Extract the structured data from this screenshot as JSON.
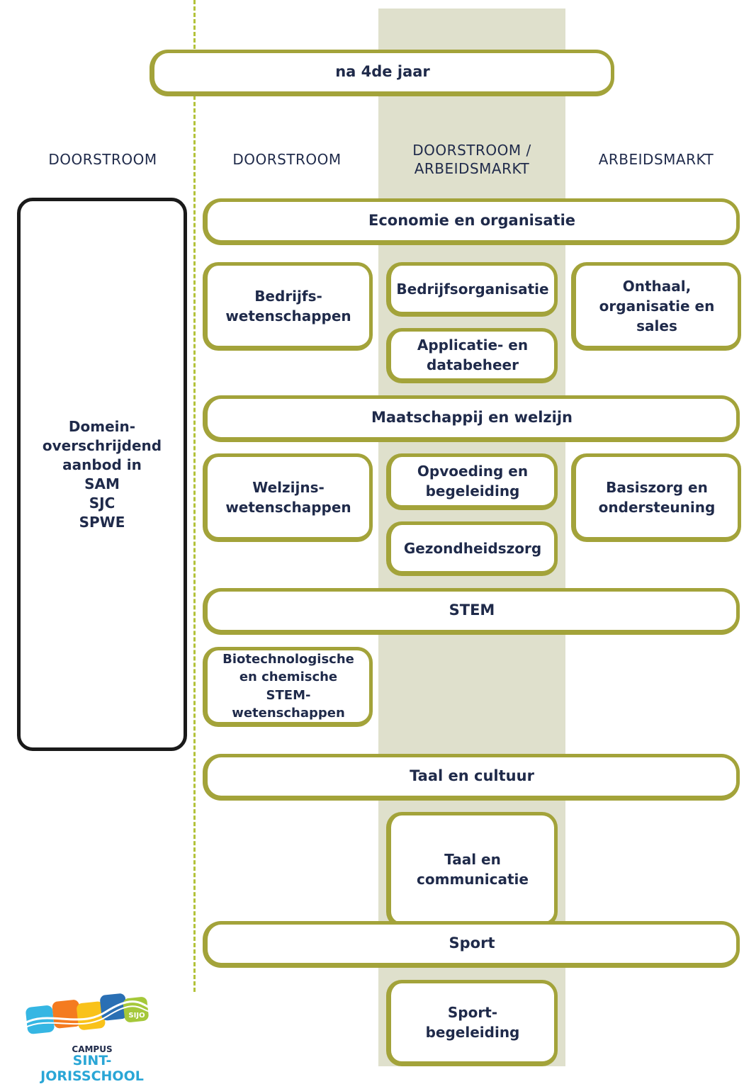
{
  "top_banner": "na 4de jaar",
  "column_headers": [
    "DOORSTROOM",
    "DOORSTROOM",
    "DOORSTROOM /\nARBEIDSMARKT",
    "ARBEIDSMARKT"
  ],
  "left_panel": {
    "intro": "Domein-\noverschrijdend\naanbod in",
    "items": [
      "SAM",
      "SJC",
      "SPWE"
    ]
  },
  "domains": [
    {
      "title": "Economie en organisatie",
      "doorstroom": "Bedrijfs-\nwetenschappen",
      "dubbel": [
        "Bedrijfsorganisatie",
        "Applicatie- en\ndatabeheer"
      ],
      "arbeidsmarkt": "Onthaal,\norganisatie en\nsales"
    },
    {
      "title": "Maatschappij en welzijn",
      "doorstroom": "Welzijns-\nwetenschappen",
      "dubbel": [
        "Opvoeding en\nbegeleiding",
        "Gezondheidszorg"
      ],
      "arbeidsmarkt": "Basiszorg en\nondersteuning"
    },
    {
      "title": "STEM",
      "doorstroom": "Biotechnologische\nen chemische\nSTEM- wetenschappen"
    },
    {
      "title": "Taal en cultuur",
      "dubbel": [
        "Taal en\ncommunicatie"
      ]
    },
    {
      "title": "Sport",
      "dubbel": [
        "Sport-\nbegeleiding"
      ]
    }
  ],
  "logo": {
    "badge": "SIJO",
    "campus": "CAMPUS",
    "name": "SINT-JORISSCHOOL"
  },
  "colors": {
    "olive_border": "#a3a33a",
    "band": "#dfe0cc",
    "dashed_line": "#b3c23a",
    "text": "#1f2a4a"
  }
}
